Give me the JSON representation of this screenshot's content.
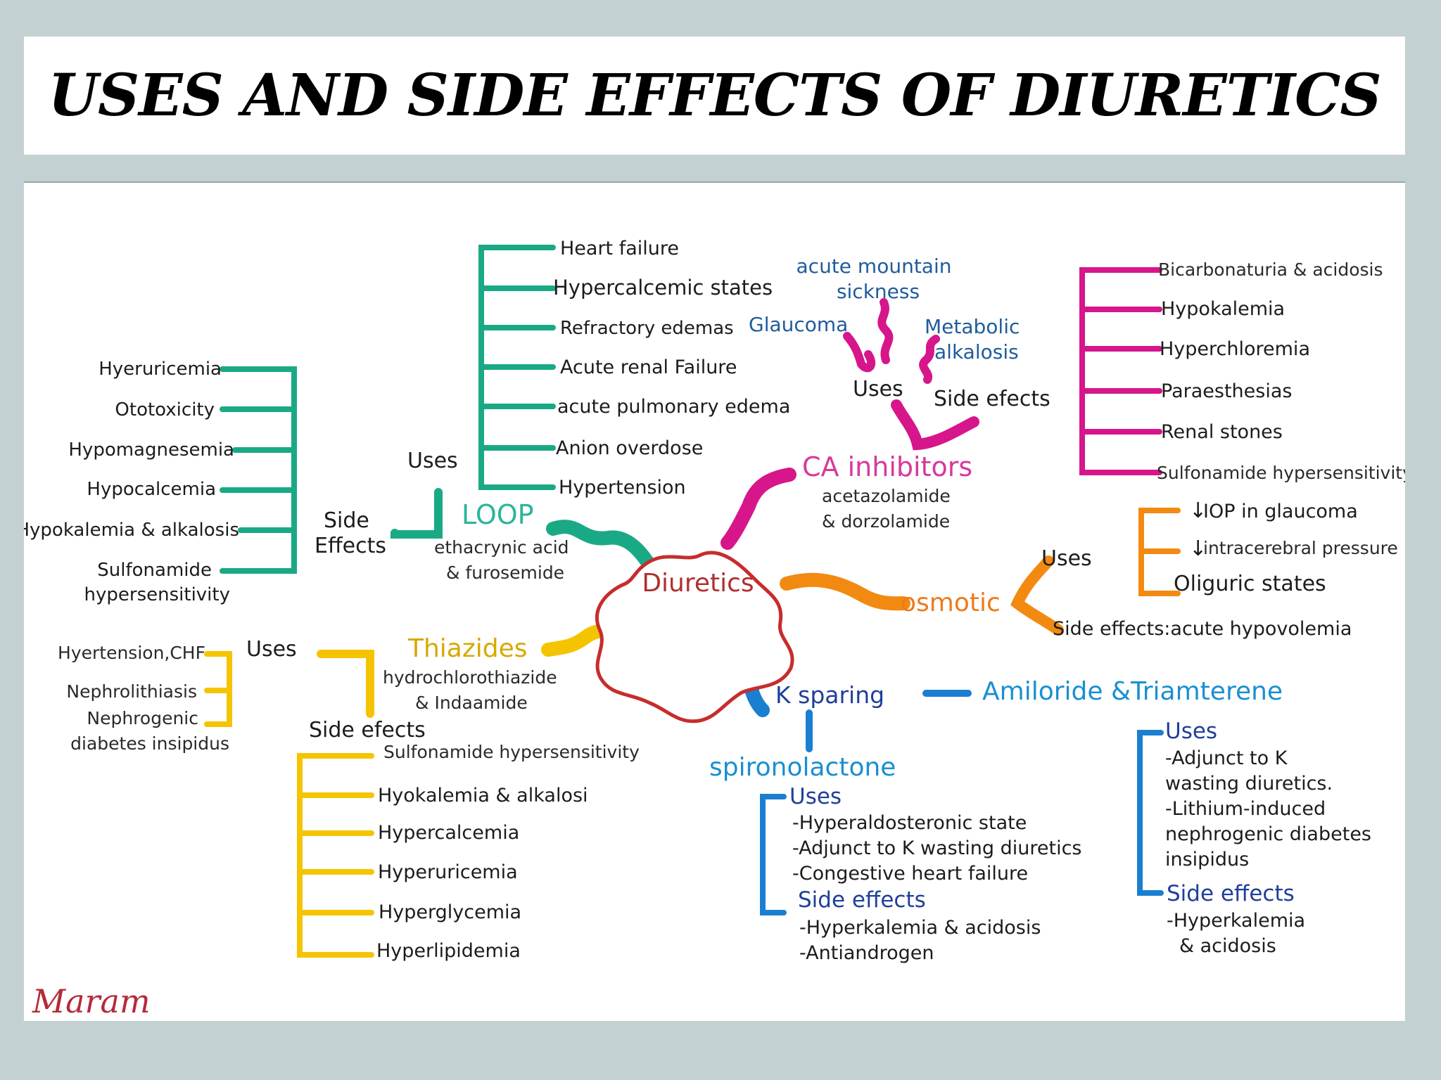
{
  "title": "USES AND SIDE EFFECTS OF DIURETICS",
  "signature": "Maram",
  "colors": {
    "loop": "#1aa985",
    "thiazides": "#f5c400",
    "k_sparing": "#1a7fd0",
    "ca_inhibitors": "#d6168a",
    "osmotic": "#f28a12",
    "center_border": "#c72c2c",
    "background": "#c4d1d2"
  },
  "center": {
    "label": "Diuretics"
  },
  "loop": {
    "label": "LOOP",
    "drugs": [
      "ethacrynic acid",
      "& furosemide"
    ],
    "uses_label": "Uses",
    "uses": [
      "Heart failure",
      "Hypercalcemic states",
      "Refractory edemas",
      "Acute renal Failure",
      "acute pulmonary edema",
      "Anion overdose",
      "Hypertension"
    ],
    "side_label": [
      "Side",
      "Effects"
    ],
    "side_effects": [
      "Hyeruricemia",
      "Ototoxicity",
      "Hypomagnesemia",
      "Hypocalcemia",
      "Hypokalemia & alkalosis",
      "Sulfonamide",
      "hypersensitivity"
    ]
  },
  "thiazides": {
    "label": "Thiazides",
    "drugs": [
      "hydrochlorothiazide",
      "& Indaamide"
    ],
    "uses_label": "Uses",
    "uses": [
      "Hyertension,CHF",
      "Nephrolithiasis",
      "Nephrogenic",
      "diabetes insipidus"
    ],
    "side_label": "Side efects",
    "side_effects": [
      "Sulfonamide hypersensitivity",
      "Hyokalemia & alkalosi",
      "Hypercalcemia",
      "Hyperuricemia",
      "Hyperglycemia",
      "Hyperlipidemia"
    ]
  },
  "ca_inhibitors": {
    "label": "CA inhibitors",
    "drugs": [
      "acetazolamide",
      "& dorzolamide"
    ],
    "uses_label": "Uses",
    "uses": [
      "acute mountain",
      "sickness",
      "Glaucoma",
      "Metabolic",
      "alkalosis"
    ],
    "side_label": "Side efects",
    "side_effects": [
      "Bicarbonaturia & acidosis",
      "Hypokalemia",
      "Hyperchloremia",
      "Paraesthesias",
      "Renal stones",
      "Sulfonamide hypersensitivity"
    ]
  },
  "osmotic": {
    "label": "osmotic",
    "uses_label": "Uses",
    "uses_arrows": [
      "↓",
      "↓"
    ],
    "uses": [
      "IOP in glaucoma",
      "intracerebral pressure",
      "Oliguric states"
    ],
    "side_text": "Side effects:acute hypovolemia"
  },
  "k_sparing": {
    "label": "K sparing",
    "spironolactone": {
      "label": "spironolactone",
      "uses_label": "Uses",
      "uses": [
        "-Hyperaldosteronic state",
        "-Adjunct to K wasting diuretics",
        "-Congestive heart failure"
      ],
      "side_label": "Side effects",
      "side_effects": [
        "-Hyperkalemia & acidosis",
        "-Antiandrogen"
      ]
    },
    "amiloride": {
      "label": "Amiloride &Triamterene",
      "uses_label": "Uses",
      "uses": [
        "-Adjunct to K",
        "wasting diuretics.",
        "-Lithium-induced",
        "nephrogenic diabetes",
        "insipidus"
      ],
      "side_label": "Side effects",
      "side_effects": [
        "-Hyperkalemia",
        "& acidosis"
      ]
    }
  }
}
